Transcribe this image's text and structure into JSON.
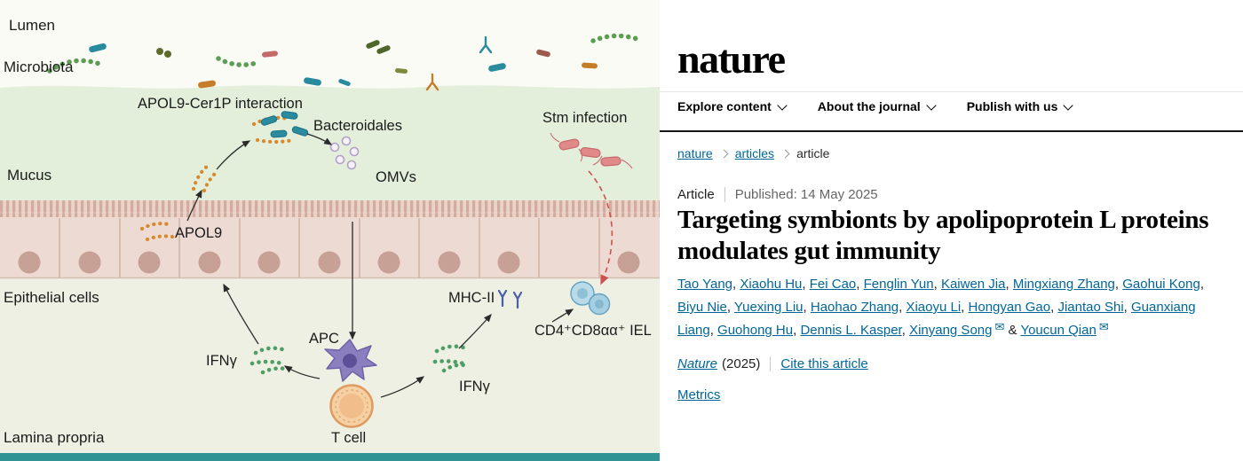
{
  "journal": {
    "logo": "nature",
    "nav": [
      {
        "label": "Explore content"
      },
      {
        "label": "About the journal"
      },
      {
        "label": "Publish with us"
      }
    ],
    "breadcrumbs": [
      {
        "label": "nature"
      },
      {
        "label": "articles"
      },
      {
        "label": "article"
      }
    ]
  },
  "article": {
    "type_label": "Article",
    "published_label": "Published: 14 May 2025",
    "title_lines": [
      "Targeting symbionts by apolipoprotein L proteins",
      "modulates gut immunity"
    ],
    "authors": [
      {
        "name": "Tao Yang"
      },
      {
        "name": "Xiaohu Hu"
      },
      {
        "name": "Fei Cao"
      },
      {
        "name": "Fenglin Yun"
      },
      {
        "name": "Kaiwen Jia"
      },
      {
        "name": "Mingxiang Zhang"
      },
      {
        "name": "Gaohui Kong"
      },
      {
        "name": "Biyu Nie"
      },
      {
        "name": "Yuexing Liu"
      },
      {
        "name": "Haohao Zhang"
      },
      {
        "name": "Xiaoyu Li"
      },
      {
        "name": "Hongyan Gao"
      },
      {
        "name": "Jiantao Shi"
      },
      {
        "name": "Guanxiang Liang"
      },
      {
        "name": "Guohong Hu"
      },
      {
        "name": "Dennis L. Kasper"
      },
      {
        "name": "Xinyang Song",
        "email": true
      },
      {
        "name": "Youcun Qian",
        "email": true
      }
    ],
    "journal_name": "Nature",
    "year_text": "(2025)",
    "cite_label": "Cite this article",
    "metrics_label": "Metrics"
  },
  "figure": {
    "labels": {
      "lumen": "Lumen",
      "microbiota": "Microbiota",
      "mucus": "Mucus",
      "apol9_cer1p": "APOL9-Cer1P interaction",
      "bacteroidales": "Bacteroidales",
      "omvs": "OMVs",
      "stm": "Stm infection",
      "apol9": "APOL9",
      "epithelial": "Epithelial cells",
      "mhc2": "MHC-II",
      "iel": "CD4⁺CD8αα⁺ IEL",
      "ifng_left": "IFNγ",
      "ifng_right": "IFNγ",
      "apc": "APC",
      "tcell": "T cell",
      "lamina": "Lamina propria"
    }
  },
  "colors": {
    "link_blue": "#006699",
    "mucus_green": "#e3eedb",
    "epithelial_pink": "#eddad2",
    "bacteria_teal": "#2a8a9e",
    "apol9_orange": "#d8892b",
    "stm_red": "#e18a8a",
    "bottom_bar_teal": "#2f9493"
  }
}
